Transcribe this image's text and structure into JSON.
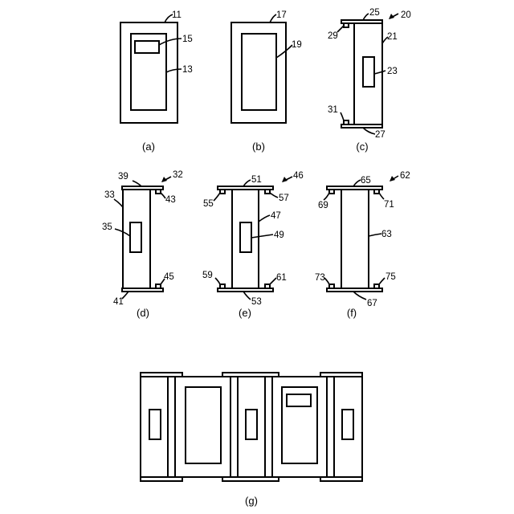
{
  "figure_a": {
    "caption": "(a)",
    "refs": {
      "outer": "11",
      "window": "15",
      "inner": "13"
    }
  },
  "figure_b": {
    "caption": "(b)",
    "refs": {
      "outer": "17",
      "inner": "19"
    }
  },
  "figure_c": {
    "caption": "(c)",
    "refs": {
      "assembly": "20",
      "top_plate": "25",
      "top_tab": "29",
      "body": "21",
      "window": "23",
      "bottom_tab": "31",
      "bottom_plate": "27"
    }
  },
  "figure_d": {
    "caption": "(d)",
    "refs": {
      "assembly": "32",
      "top_plate": "39",
      "body": "33",
      "top_tab": "43",
      "window": "35",
      "bottom_tab": "45",
      "bottom_plate": "41"
    }
  },
  "figure_e": {
    "caption": "(e)",
    "refs": {
      "assembly": "46",
      "top_plate": "51",
      "left_top_tab": "55",
      "right_top_tab": "57",
      "body": "47",
      "window": "49",
      "left_bottom_tab": "59",
      "right_bottom_tab": "61",
      "bottom_plate": "53"
    }
  },
  "figure_f": {
    "caption": "(f)",
    "refs": {
      "assembly": "62",
      "top_plate": "65",
      "left_top_tab": "69",
      "right_top_tab": "71",
      "body": "63",
      "left_bottom_tab": "73",
      "right_bottom_tab": "75",
      "bottom_plate": "67"
    }
  },
  "figure_g": {
    "caption": "(g)"
  }
}
